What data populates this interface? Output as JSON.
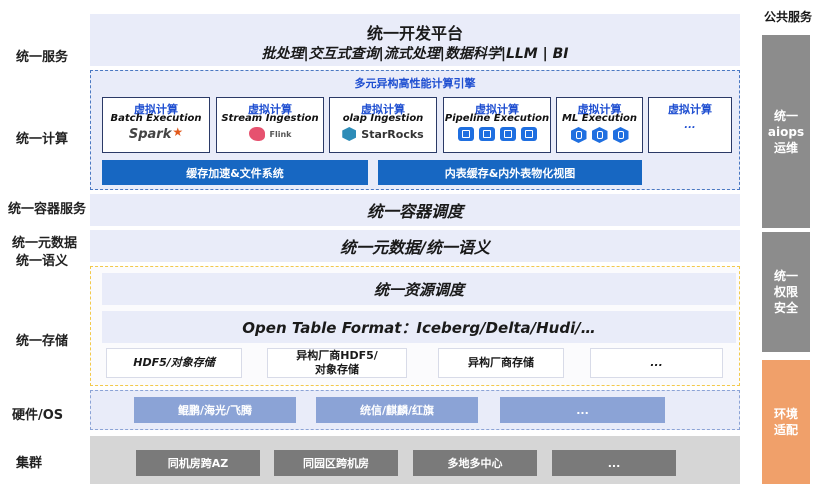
{
  "left_labels": {
    "service": "统一服务",
    "compute": "统一计算",
    "container": "统一容器服务",
    "metadata_line1": "统一元数据",
    "metadata_line2": "统一语义",
    "storage": "统一存储",
    "hardware": "硬件/OS",
    "cluster": "集群"
  },
  "dev_platform": {
    "title": "统一开发平台",
    "subtitle": "批处理|交互式查询|流式处理|数据科学|LLM | BI"
  },
  "compute": {
    "engine_title": "多元异构高性能计算引擎",
    "cards": [
      {
        "title": "虚拟计算",
        "subtitle": "Batch Execution",
        "logo_text": "Spark",
        "icon": "spark-logo-icon"
      },
      {
        "title": "虚拟计算",
        "subtitle": "Stream Ingestion",
        "logo_text": "Flink",
        "icon": "flink-squirrel-icon"
      },
      {
        "title": "虚拟计算",
        "subtitle": "olap Ingestion",
        "logo_text": "StarRocks",
        "icon": "starrocks-logo-icon"
      },
      {
        "title": "虚拟计算",
        "subtitle": "Pipeline Execution",
        "logo_text": "",
        "icon": "cpu-chip-icon"
      },
      {
        "title": "虚拟计算",
        "subtitle": "ML Execution",
        "logo_text": "",
        "icon": "hexagon-chip-icon"
      },
      {
        "title": "虚拟计算",
        "subtitle": "...",
        "logo_text": "",
        "icon": ""
      }
    ],
    "cache_bar": "缓存加速&文件系统",
    "view_bar": "内表缓存&内外表物化视图"
  },
  "container": {
    "title": "统一容器调度"
  },
  "metadata": {
    "title": "统一元数据/统一语义"
  },
  "storage": {
    "resource": "统一资源调度",
    "table_format": "Open Table Format：Iceberg/Delta/Hudi/…",
    "boxes": [
      "HDF5/对象存储",
      "异构厂商HDF5/\n对象存储",
      "异构厂商存储",
      "..."
    ]
  },
  "hardware": {
    "boxes": [
      "鲲鹏/海光/飞腾",
      "统信/麒麟/红旗",
      "..."
    ]
  },
  "cluster": {
    "boxes": [
      "同机房跨AZ",
      "同园区跨机房",
      "多地多中心",
      "..."
    ]
  },
  "public_services": {
    "title": "公共服务",
    "items": [
      {
        "label": "统一\naiops\n运维",
        "color": "#8c8c8c"
      },
      {
        "label": "统一\n权限\n安全",
        "color": "#8c8c8c"
      },
      {
        "label": "环境\n适配",
        "color": "#f0a06a"
      }
    ]
  },
  "colors": {
    "band": "#e9ecf9",
    "blue_bar": "#1767c2",
    "card_title": "#1f4fd1",
    "hardware_box": "#8ba3d6",
    "cluster_bg": "#d6d6d6",
    "cluster_box": "#7a7a7a",
    "storage_border": "#f2c94c",
    "env_adapt": "#f0a06a"
  }
}
